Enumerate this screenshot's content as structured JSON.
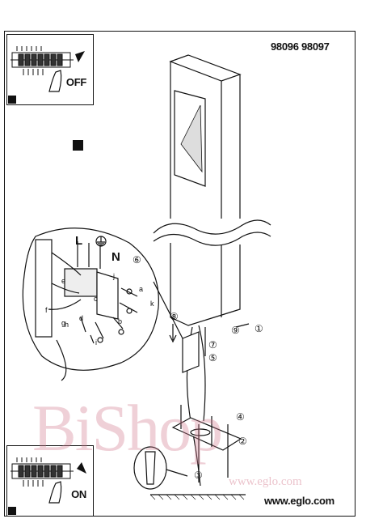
{
  "model_numbers": "98096 98097",
  "website": "www.eglo.com",
  "switch_off_label": "OFF",
  "switch_on_label": "ON",
  "terminal_labels": {
    "line": "L",
    "neutral": "N"
  },
  "step_numbers": [
    "①",
    "②",
    "③",
    "④",
    "⑤",
    "⑥",
    "⑦",
    "⑧",
    "⑨"
  ],
  "part_letters": [
    "a",
    "b",
    "c",
    "d",
    "e",
    "f",
    "g",
    "h",
    "i",
    "j",
    "k"
  ],
  "watermark_text": "BiShop",
  "watermark_url": "www.eglo.com"
}
